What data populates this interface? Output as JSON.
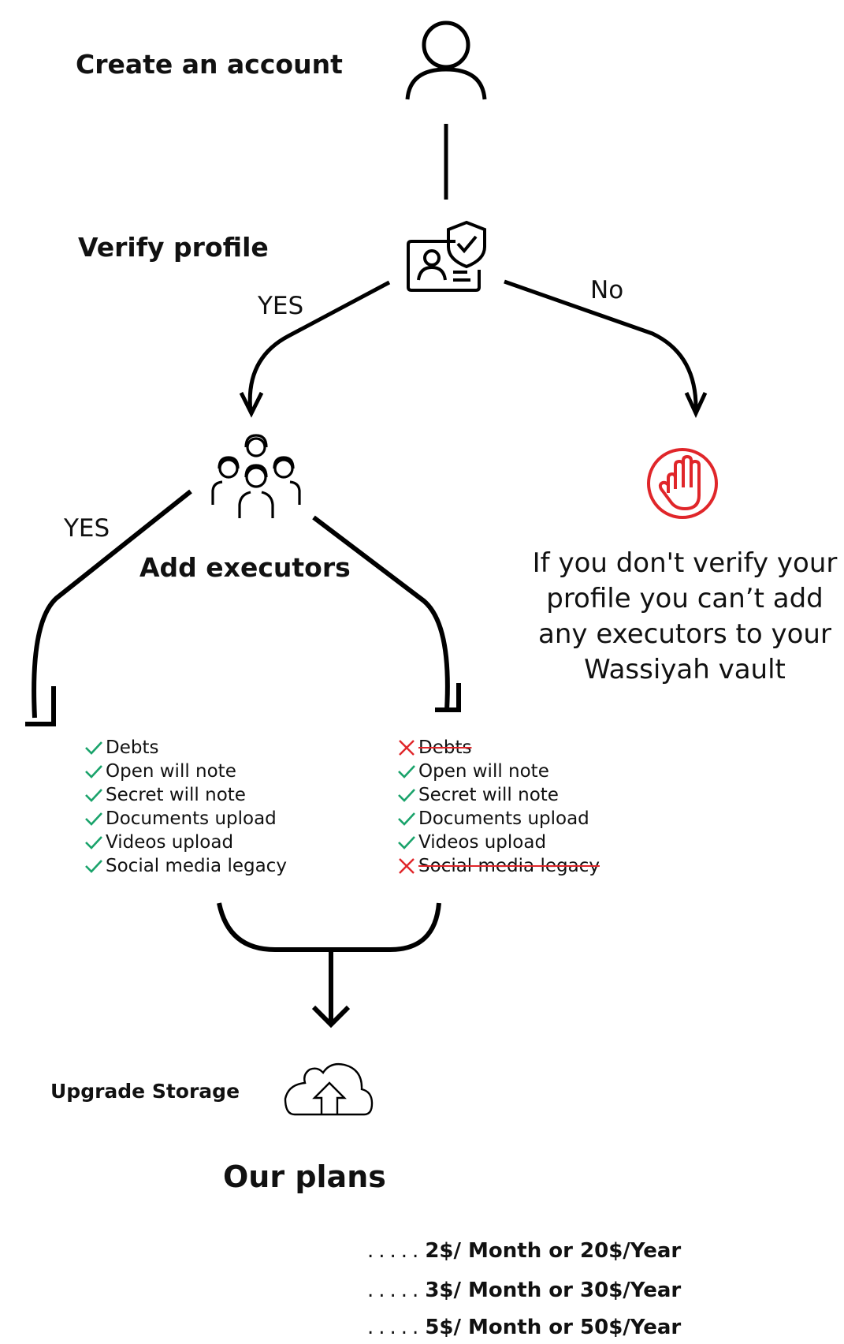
{
  "steps": {
    "create_account": "Create an account",
    "verify_profile": "Verify profile",
    "add_executors": "Add executors",
    "upgrade_storage": "Upgrade Storage"
  },
  "branches": {
    "verified_yes": "YES",
    "verified_no": "No",
    "executors_yes": "YES"
  },
  "warning": "If you don't verify your profile  you can’t add any executors to your Wassiyah vault",
  "lists": {
    "with_executors": [
      {
        "label": "Debts",
        "enabled": true
      },
      {
        "label": "Open will note",
        "enabled": true
      },
      {
        "label": "Secret will note",
        "enabled": true
      },
      {
        "label": "Documents upload",
        "enabled": true
      },
      {
        "label": "Videos upload",
        "enabled": true
      },
      {
        "label": "Social media legacy",
        "enabled": true
      }
    ],
    "without_executors": [
      {
        "label": "Debts",
        "enabled": false
      },
      {
        "label": "Open will note",
        "enabled": true
      },
      {
        "label": "Secret will note",
        "enabled": true
      },
      {
        "label": "Documents upload",
        "enabled": true
      },
      {
        "label": "Videos upload",
        "enabled": true
      },
      {
        "label": "Social media legacy",
        "enabled": false
      }
    ]
  },
  "plans": {
    "title": "Our plans",
    "leader": ".....",
    "items": [
      "2$/ Month or 20$/Year",
      "3$/ Month or 30$/Year",
      "5$/ Month or 50$/Year"
    ]
  },
  "icons": {
    "account": "user-icon",
    "verify": "id-card-shield-icon",
    "executors": "group-icon",
    "stop": "stop-hand-icon",
    "storage": "cloud-upload-icon",
    "check": "check-icon",
    "cross": "cross-icon"
  },
  "colors": {
    "check": "#1aa36b",
    "cross": "#e0262a",
    "stop": "#e0262a",
    "line": "#000000"
  }
}
